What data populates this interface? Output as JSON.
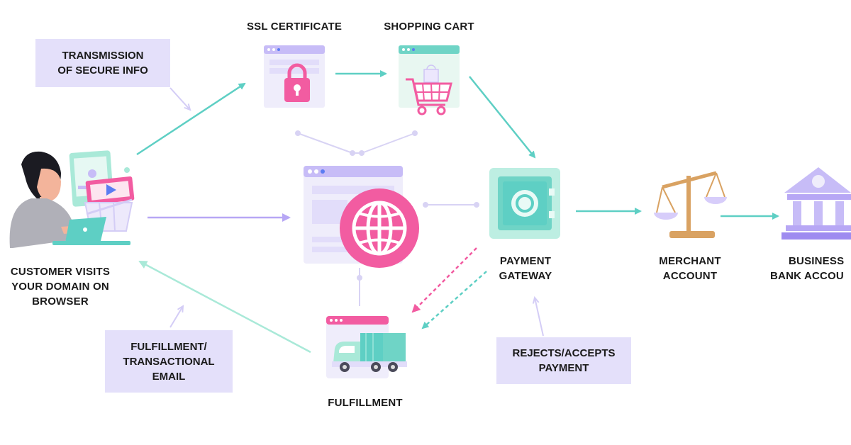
{
  "labels": {
    "ssl": "SSL CERTIFICATE",
    "cart": "SHOPPING CART",
    "customer": [
      "CUSTOMER VISITS",
      "YOUR DOMAIN ON",
      "BROWSER"
    ],
    "gateway": [
      "PAYMENT",
      "GATEWAY"
    ],
    "merchant": [
      "MERCHANT",
      "ACCOUNT"
    ],
    "bank": [
      "BUSINESS",
      "BANK ACCOU"
    ],
    "fulfillment": "FULFILLMENT"
  },
  "notes": {
    "secure": [
      "TRANSMISSION",
      "OF SECURE INFO"
    ],
    "email": [
      "FULFILLMENT/",
      "TRANSACTIONAL",
      "EMAIL"
    ],
    "payment": [
      "REJECTS/ACCEPTS",
      "PAYMENT"
    ]
  },
  "colors": {
    "teal": "#5ecfc4",
    "mint": "#a9e9d8",
    "pink": "#f25ca1",
    "purple": "#b7a7f5",
    "lavender": "#e4e0fa",
    "gold": "#d9a262"
  },
  "icons": [
    "padlock-icon",
    "shopping-cart-icon",
    "globe-icon",
    "safe-icon",
    "scales-icon",
    "bank-icon",
    "delivery-truck-icon",
    "laptop-icon"
  ]
}
